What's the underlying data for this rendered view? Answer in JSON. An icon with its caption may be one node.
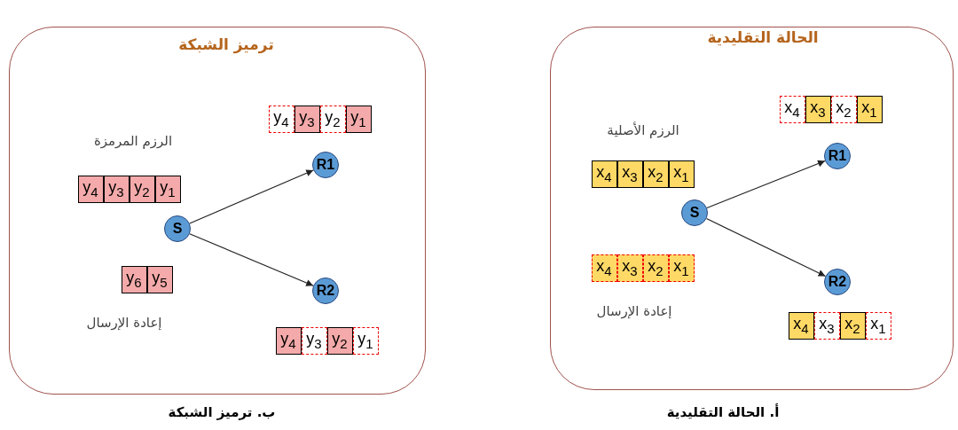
{
  "diagram": {
    "nodes": [
      {
        "text": [
          "ترميز الشبكة"
        ],
        "beside": [
          "ب. ترميز الشبكة"
        ]
      },
      {
        "text": [
          "S"
        ],
        "in": 0
      },
      {
        "text": [
          "R1"
        ],
        "in": 0
      },
      {
        "text": [
          "R2"
        ],
        "in": 0
      },
      {
        "text": [
          "y$_{4}$"
        ],
        "in": 0
      },
      {
        "text": [
          "y$_{3}$"
        ],
        "in": 0
      },
      {
        "text": [
          "y$_{2}$"
        ],
        "in": 0
      },
      {
        "text": [
          "y$_{1}$"
        ],
        "in": 0
      },
      {
        "text": [
          "y$_{6}$"
        ],
        "in": 0
      },
      {
        "text": [
          "y$_{5}$"
        ],
        "in": 0
      },
      {
        "text": [
          "y$_{4}$"
        ],
        "in": 0
      },
      {
        "text": [
          "y$_{3}$"
        ],
        "in": 0
      },
      {
        "text": [
          "y$_{2}$"
        ],
        "in": 0
      },
      {
        "text": [
          "y$_{1}$"
        ],
        "in": 0
      },
      {
        "text": [
          "y$_{4}$"
        ],
        "in": 0
      },
      {
        "text": [
          "y$_{3}$"
        ],
        "in": 0
      },
      {
        "text": [
          "y$_{2}$"
        ],
        "in": 0
      },
      {
        "text": [
          "y$_{1}$"
        ],
        "in": 0
      },
      {
        "text": [
          "الحالة التقليدية"
        ],
        "beside": [
          "أ. الحالة التقليدية"
        ]
      },
      {
        "text": [
          "S"
        ],
        "in": 18
      },
      {
        "text": [
          "R1"
        ],
        "in": 18
      },
      {
        "text": [
          "R2"
        ],
        "in": 18
      },
      {
        "text": [
          "x$_{4}$"
        ],
        "in": 18
      },
      {
        "text": [
          "x$_{3}$"
        ],
        "in": 18
      },
      {
        "text": [
          "x$_{2}$"
        ],
        "in": 18
      },
      {
        "text": [
          "x$_{1}$"
        ],
        "in": 18
      },
      {
        "text": [
          "x$_{4}$"
        ],
        "in": 18
      },
      {
        "text": [
          "x$_{3}$"
        ],
        "in": 18
      },
      {
        "text": [
          "x$_{2}$"
        ],
        "in": 18
      },
      {
        "text": [
          "x$_{1}$"
        ],
        "in": 18
      },
      {
        "text": [
          "x$_{4}$"
        ],
        "in": 18
      },
      {
        "text": [
          "x$_{3}$"
        ],
        "in": 18
      },
      {
        "text": [
          "x$_{2}$"
        ],
        "in": 18
      },
      {
        "text": [
          "x$_{1}$"
        ],
        "in": 18
      },
      {
        "text": [
          "x$_{4}$"
        ],
        "in": 18
      },
      {
        "text": [
          "x$_{3}$"
        ],
        "in": 18
      },
      {
        "text": [
          "x$_{2}$"
        ],
        "in": 18
      },
      {
        "text": [
          "x$_{1}$"
        ],
        "in": 18
      }
    ],
    "edges": [
      {
        "from": 1,
        "to": 2,
        "arrow": "to"
      },
      {
        "from": 1,
        "to": 3,
        "arrow": "to"
      },
      {
        "from": 19,
        "to": 20,
        "arrow": "to"
      },
      {
        "from": 19,
        "to": 21,
        "arrow": "to"
      }
    ],
    "labels": [
      "الرزم المرمزة",
      "إعادة الإرسال",
      "الرزم الأصلية",
      "إعادة الإرسال"
    ]
  }
}
